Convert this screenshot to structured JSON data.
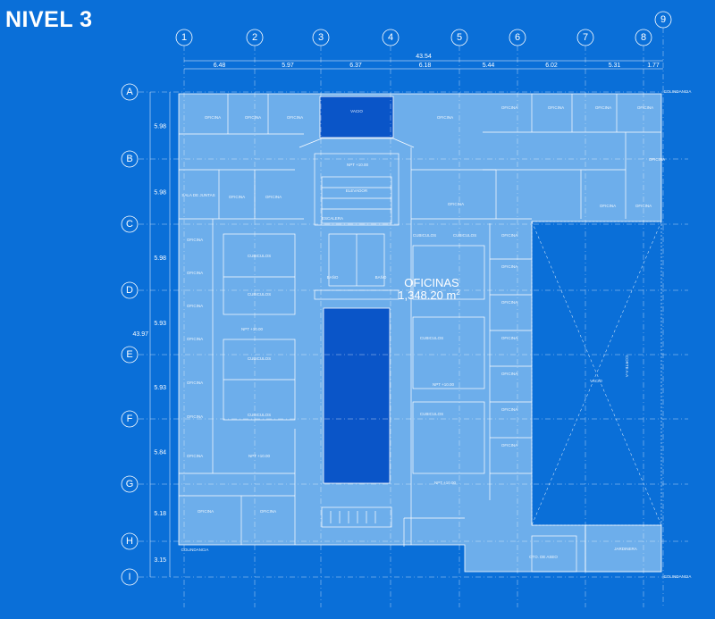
{
  "title": "NIVEL 3",
  "colors": {
    "background": "#0a6fd8",
    "plan_fill": "#8fc3f2",
    "dark_block": "#0a55c8",
    "line": "#ffffff"
  },
  "axes": {
    "columns": [
      "1",
      "2",
      "3",
      "4",
      "5",
      "6",
      "7",
      "8",
      "9"
    ],
    "rows": [
      "A",
      "B",
      "C",
      "D",
      "E",
      "F",
      "G",
      "H",
      "I"
    ]
  },
  "dimensions": {
    "total_width": "43.54",
    "column_spans": [
      "6.48",
      "5.97",
      "6.37",
      "6.18",
      "5.44",
      "6.02",
      "5.31",
      "1.77"
    ],
    "total_height": "43.97",
    "row_spans": [
      "5.98",
      "5.98",
      "5.98",
      "5.93",
      "5.93",
      "5.84",
      "5.18",
      "3.15"
    ]
  },
  "labels": {
    "main_area_name": "OFICINAS",
    "main_area_value": "1,348.20 m",
    "main_area_sup": "2",
    "void": "VACIO",
    "elevator": "ELEVADOR",
    "stairs": "ESCALERA",
    "colindancia": "COLINDANCIA",
    "sala_juntas": "SALA DE JUNTAS",
    "cubiculos": "CUBICULOS",
    "oficina": "OFICINA",
    "bano": "BAÑO",
    "npt": "NPT +10.00",
    "jardinera": "JARDINERA",
    "cuarto": "CTO. DE ASEO",
    "corte": "CORTE A-A"
  }
}
